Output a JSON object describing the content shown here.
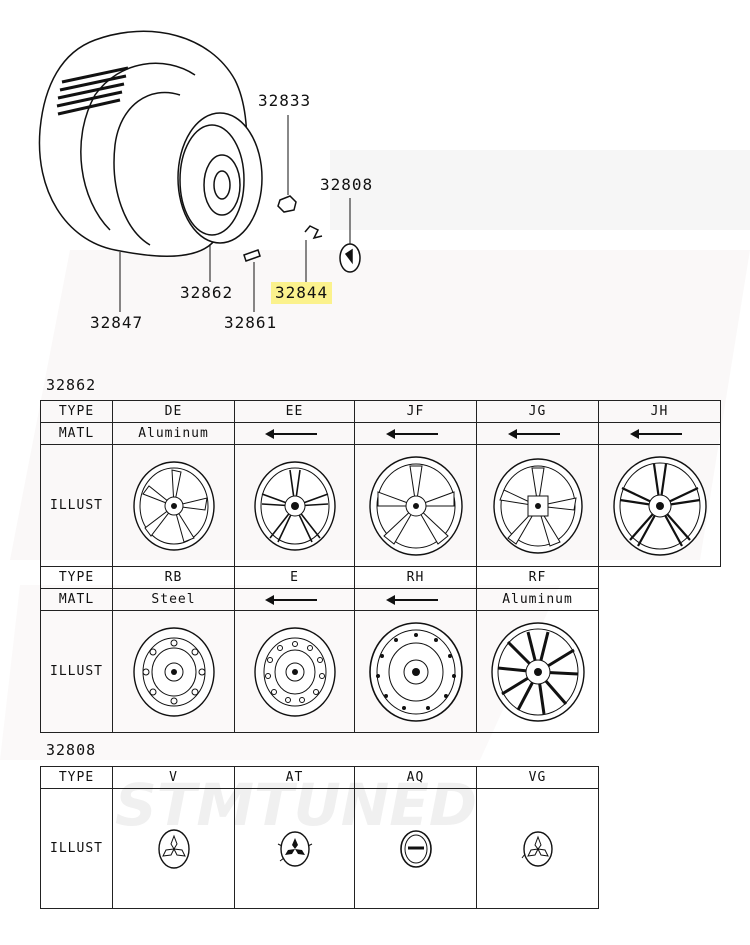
{
  "diagram": {
    "labels": {
      "p32833": "32833",
      "p32808": "32808",
      "p32862": "32862",
      "p32844": "32844",
      "p32847": "32847",
      "p32861": "32861"
    },
    "highlight_color": "#fbf28d"
  },
  "wheel_section": {
    "title": "32862",
    "row_labels": {
      "type": "TYPE",
      "matl": "MATL",
      "illust": "ILLUST"
    },
    "row1": [
      {
        "type": "DE",
        "matl": "Aluminum",
        "icon": "five-spoke-alloy-wheel-icon"
      },
      {
        "type": "EE",
        "matl": "",
        "icon": "split-spoke-alloy-wheel-icon"
      },
      {
        "type": "JF",
        "matl": "",
        "icon": "six-spoke-alloy-wheel-icon"
      },
      {
        "type": "JG",
        "matl": "",
        "icon": "five-spoke-alloy-wheel-icon"
      },
      {
        "type": "JH",
        "matl": "",
        "icon": "multi-spoke-alloy-wheel-icon"
      }
    ],
    "row2": [
      {
        "type": "RB",
        "matl": "Steel",
        "icon": "steel-wheel-icon"
      },
      {
        "type": "E",
        "matl": "",
        "icon": "steel-wheel-icon"
      },
      {
        "type": "RH",
        "matl": "",
        "icon": "steel-wheel-icon"
      },
      {
        "type": "RF",
        "matl": "Aluminum",
        "icon": "mesh-alloy-wheel-icon"
      }
    ],
    "same_as_left_icon": "left-arrow-icon"
  },
  "cap_section": {
    "title": "32808",
    "row_labels": {
      "type": "TYPE",
      "illust": "ILLUST"
    },
    "items": [
      {
        "type": "V",
        "icon": "three-diamond-cap-icon"
      },
      {
        "type": "AT",
        "icon": "three-diamond-cap-icon"
      },
      {
        "type": "AQ",
        "icon": "round-cap-icon"
      },
      {
        "type": "VG",
        "icon": "three-diamond-cap-icon"
      }
    ]
  },
  "watermark": {
    "text": "STMTUNED",
    "color": "#f2f2f2"
  }
}
